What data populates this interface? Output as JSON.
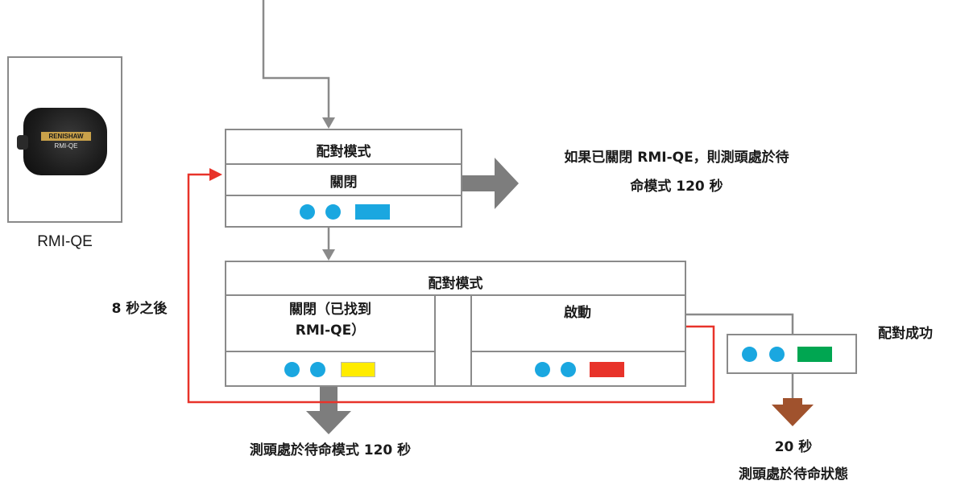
{
  "device": {
    "label": "RMI-QE",
    "brand_text": "RENISHAW",
    "model_text": "RMI-QE"
  },
  "top_box": {
    "title": "配對模式",
    "state": "關閉",
    "leds": {
      "dot_color": "#1aa7e0",
      "bar_color": "#1aa7e0"
    }
  },
  "top_note": {
    "line1": "如果已關閉 RMI-QE，則測頭處於待",
    "line2": "命模式 120 秒"
  },
  "left_note": "8 秒之後",
  "main_box": {
    "title": "配對模式",
    "left_state_line1": "關閉（已找到",
    "left_state_line2": "RMI-QE）",
    "right_state": "啟動",
    "left_leds": {
      "dot_color": "#1aa7e0",
      "bar_color": "#ffec00"
    },
    "right_leds": {
      "dot_color": "#1aa7e0",
      "bar_color": "#e8332a"
    }
  },
  "success": {
    "label": "配對成功",
    "dot_color": "#1aa7e0",
    "bar_color": "#00a651"
  },
  "bottom_left_note": "測頭處於待命模式 120 秒",
  "bottom_right_note": {
    "line1": "20 秒",
    "line2": "測頭處於待命狀態"
  },
  "colors": {
    "gray": "#8a8a8a",
    "red": "#e8332a",
    "brown": "#a0522d",
    "gray_arrow": "#7d7d7d"
  }
}
